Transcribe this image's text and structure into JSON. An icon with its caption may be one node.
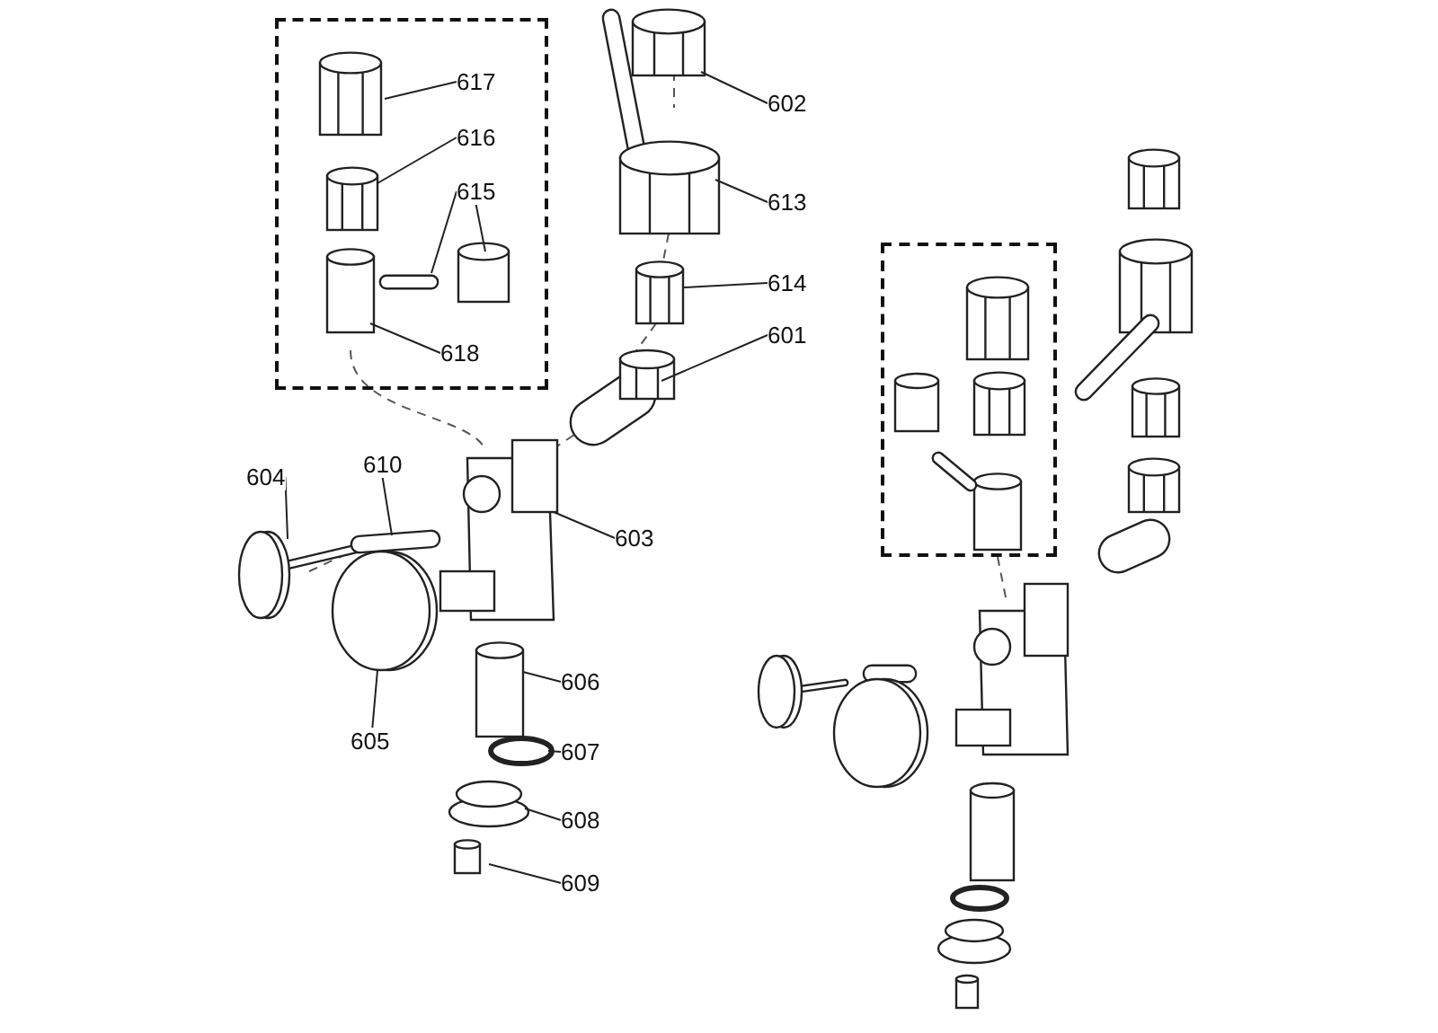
{
  "diagram": {
    "nodes": [
      {
        "text": [],
        "shape": "box"
      },
      {
        "text": [
          "617"
        ],
        "in": 0
      },
      {
        "text": [
          "616"
        ],
        "in": 0
      },
      {
        "text": [
          "615"
        ],
        "in": 0
      },
      {
        "text": [
          "618"
        ],
        "in": 0
      },
      {
        "text": [
          "602"
        ]
      },
      {
        "text": [
          "613"
        ]
      },
      {
        "text": [
          "614"
        ]
      },
      {
        "text": [
          "601"
        ]
      },
      {
        "text": [
          "604"
        ]
      },
      {
        "text": [
          "610"
        ]
      },
      {
        "text": [
          "603"
        ]
      },
      {
        "text": [
          "606"
        ]
      },
      {
        "text": [
          "605"
        ]
      },
      {
        "text": [
          "607"
        ]
      },
      {
        "text": [
          "608"
        ]
      },
      {
        "text": [
          "609"
        ]
      },
      {
        "text": [],
        "shape": "box"
      }
    ],
    "edges": [
      {
        "from": 1,
        "to": null,
        "arrow": "none"
      },
      {
        "from": 2,
        "to": null,
        "arrow": "none"
      },
      {
        "from": 3,
        "to": null,
        "arrow": "none"
      },
      {
        "from": 3,
        "to": null,
        "arrow": "none"
      },
      {
        "from": 4,
        "to": null,
        "arrow": "none"
      },
      {
        "from": 5,
        "to": null,
        "arrow": "none"
      },
      {
        "from": 6,
        "to": null,
        "arrow": "none"
      },
      {
        "from": 7,
        "to": null,
        "arrow": "none"
      },
      {
        "from": 8,
        "to": null,
        "arrow": "none"
      },
      {
        "from": 9,
        "to": null,
        "arrow": "none"
      },
      {
        "from": 10,
        "to": null,
        "arrow": "none"
      },
      {
        "from": 11,
        "to": null,
        "arrow": "none"
      },
      {
        "from": 12,
        "to": null,
        "arrow": "none"
      },
      {
        "from": 13,
        "to": null,
        "arrow": "none"
      },
      {
        "from": 14,
        "to": null,
        "arrow": "none"
      },
      {
        "from": 15,
        "to": null,
        "arrow": "none"
      },
      {
        "from": 16,
        "to": null,
        "arrow": "none"
      }
    ]
  }
}
